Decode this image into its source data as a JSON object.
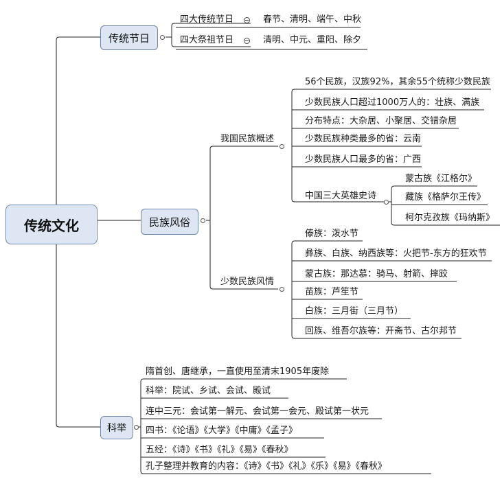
{
  "root": {
    "label": "传统文化"
  },
  "festivals": {
    "label": "传统节日",
    "items": [
      {
        "name": "四大传统节日",
        "value": "春节、清明、端午、中秋"
      },
      {
        "name": "四大祭祖节日",
        "value": "清明、中元、重阳、除夕"
      }
    ]
  },
  "customs": {
    "label": "民族风俗",
    "overview": {
      "label": "我国民族概述",
      "items": [
        "56个民族，汉族92%，其余55个统称少数民族",
        "少数民族人口超过1000万人的：壮族、满族",
        "分布特点：大杂居、小聚居、交错杂居",
        "少数民族种类最多的省：云南",
        "少数民族人口最多的省：广西"
      ],
      "epics": {
        "label": "中国三大英雄史诗",
        "items": [
          "蒙古族《江格尔》",
          "藏族《格萨尔王传》",
          "柯尔克孜族《玛纳斯》"
        ]
      }
    },
    "minority": {
      "label": "少数民族风情",
      "items": [
        "傣族：泼水节",
        "彝族、白族、纳西族等：火把节-东方的狂欢节",
        "蒙古族：那达慕：骑马、射箭、摔跤",
        "苗族：芦笙节",
        "白族：三月街（三月节）",
        "回族、维吾尔族等：开斋节、古尔邦节"
      ]
    }
  },
  "exam": {
    "label": "科举",
    "items": [
      "隋首创、唐继承，一直使用至清末1905年废除",
      "科举：院试、乡试、会试、殿试",
      "连中三元：会试第一解元、会试第一会元、殿试第一状元",
      "四书：《论语》《大学》《中庸》《孟子》",
      "五经：《诗》《书》《礼》《易》《春秋》",
      "孔子整理并教育的内容：《诗》《书》《礼》《乐》《易》《春秋》"
    ]
  }
}
